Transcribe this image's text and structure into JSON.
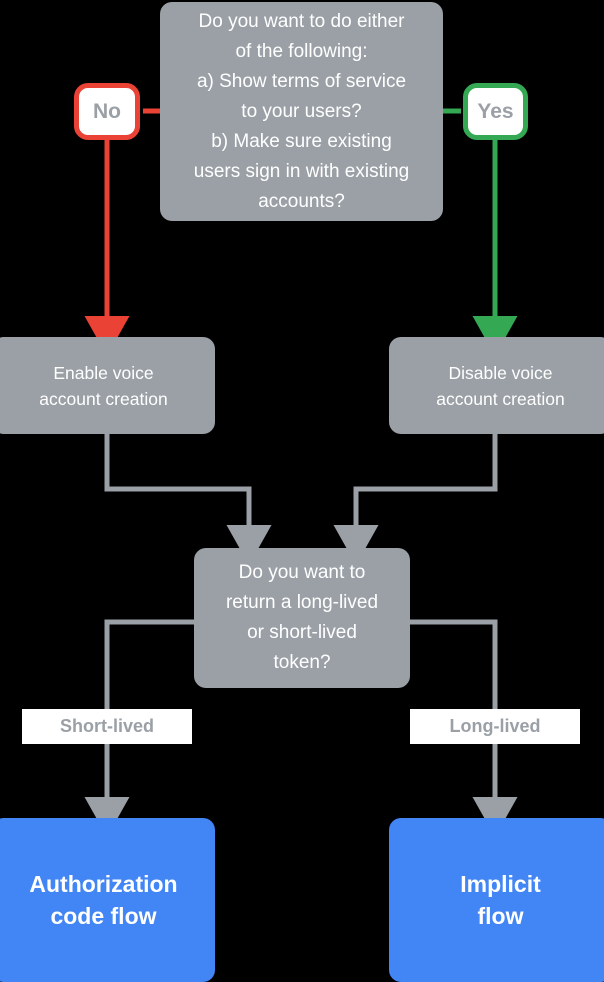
{
  "diagram": {
    "title": "Voice account linking flow decision chart",
    "background": "#000000",
    "colors": {
      "node_gray": "#9aa0a6",
      "terminal_blue": "#4285f4",
      "yes_green": "#34a853",
      "no_red": "#ea4335",
      "connector_gray": "#9aa0a6",
      "label_text": "#9aa0a6",
      "node_text": "#ffffff"
    }
  },
  "nodes": {
    "decision_terms": {
      "type": "decision",
      "text": "Do you want to do either of the following:\na) Show terms of service to your users?\nb) Make sure existing users sign in with existing accounts?",
      "lines": [
        "Do you want to do either",
        "of the following:",
        "a) Show terms of service",
        "to your users?",
        "b) Make sure existing",
        "users sign in with existing",
        "accounts?"
      ]
    },
    "enable_voice": {
      "type": "process",
      "lines": [
        "Enable voice",
        "account creation"
      ]
    },
    "disable_voice": {
      "type": "process",
      "lines": [
        "Disable voice",
        "account creation"
      ]
    },
    "decision_token": {
      "type": "decision",
      "lines": [
        "Do you want to",
        "return a long-lived",
        "or short-lived",
        "token?"
      ]
    },
    "authorization_code_flow": {
      "type": "terminal",
      "lines": [
        "Authorization",
        "code flow"
      ]
    },
    "implicit_flow": {
      "type": "terminal",
      "lines": [
        "Implicit",
        "flow"
      ]
    }
  },
  "badges": {
    "no": {
      "label": "No",
      "color": "#ea4335"
    },
    "yes": {
      "label": "Yes",
      "color": "#34a853"
    }
  },
  "edge_labels": {
    "short_lived": "Short-lived",
    "long_lived": "Long-lived"
  }
}
